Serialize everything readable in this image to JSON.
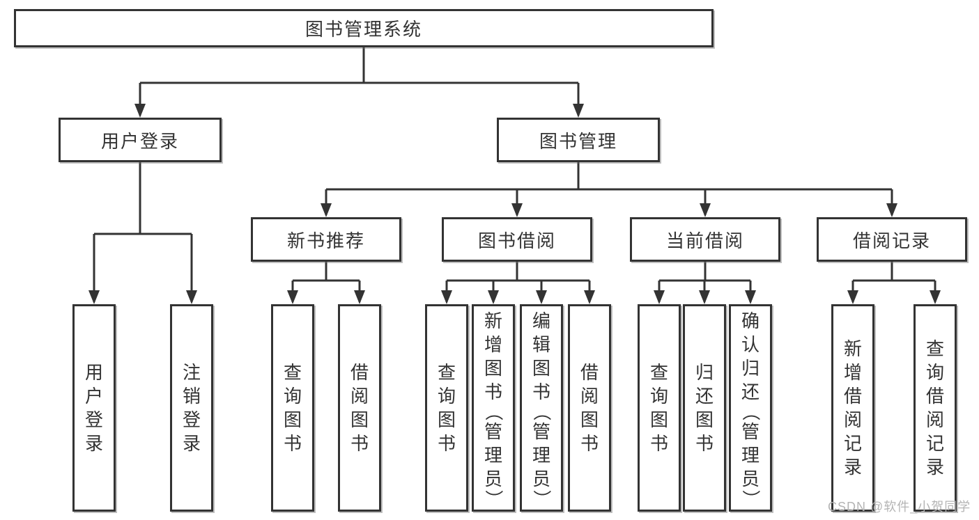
{
  "diagram": {
    "root": {
      "label": "图书管理系统"
    },
    "level2": [
      {
        "label": "用户登录"
      },
      {
        "label": "图书管理"
      }
    ],
    "level3": [
      {
        "label": "新书推荐",
        "parent": "图书管理"
      },
      {
        "label": "图书借阅",
        "parent": "图书管理"
      },
      {
        "label": "当前借阅",
        "parent": "图书管理"
      },
      {
        "label": "借阅记录",
        "parent": "图书管理"
      }
    ],
    "leaves": [
      {
        "label": "用户登录",
        "parent": "用户登录"
      },
      {
        "label": "注销登录",
        "parent": "用户登录"
      },
      {
        "label": "查询图书",
        "parent": "新书推荐"
      },
      {
        "label": "借阅图书",
        "parent": "新书推荐"
      },
      {
        "label": "查询图书",
        "parent": "图书借阅"
      },
      {
        "label": "新增图书（管理员）",
        "parent": "图书借阅"
      },
      {
        "label": "编辑图书（管理员）",
        "parent": "图书借阅"
      },
      {
        "label": "借阅图书",
        "parent": "图书借阅"
      },
      {
        "label": "查询图书",
        "parent": "当前借阅"
      },
      {
        "label": "归还图书",
        "parent": "当前借阅"
      },
      {
        "label": "确认归还（管理员）",
        "parent": "当前借阅"
      },
      {
        "label": "新增借阅记录",
        "parent": "借阅记录"
      },
      {
        "label": "查询借阅记录",
        "parent": "借阅记录"
      }
    ]
  },
  "watermark": "CSDN @软件_小贺同学",
  "colors": {
    "line": "#333333",
    "text": "#333333",
    "background": "#ffffff",
    "watermark": "#b4b4b4"
  }
}
